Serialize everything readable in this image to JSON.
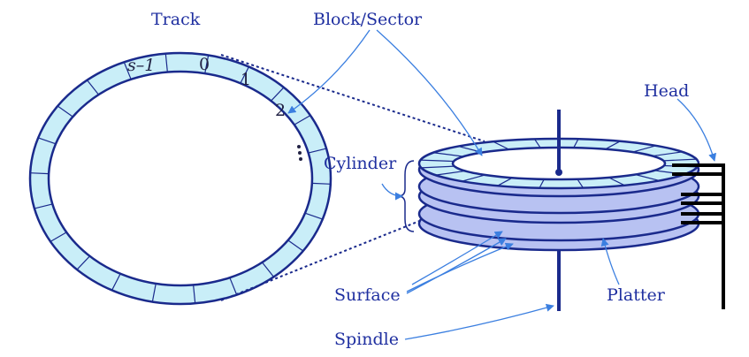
{
  "diagram": {
    "labels": {
      "track": "Track",
      "block_sector": "Block/Sector",
      "head": "Head",
      "cylinder": "Cylinder",
      "surface": "Surface",
      "platter": "Platter",
      "spindle": "Spindle"
    },
    "sector_numbers": {
      "last": "s–1",
      "zero": "0",
      "one": "1",
      "two": "2"
    },
    "colors": {
      "ring_fill": "#c9eef8",
      "ring_stroke": "#1a2a8c",
      "platter_fill": "#b8c2f2",
      "arrow": "#3b7fe0",
      "label": "#1f2fa0",
      "head_arm": "#000000"
    }
  }
}
